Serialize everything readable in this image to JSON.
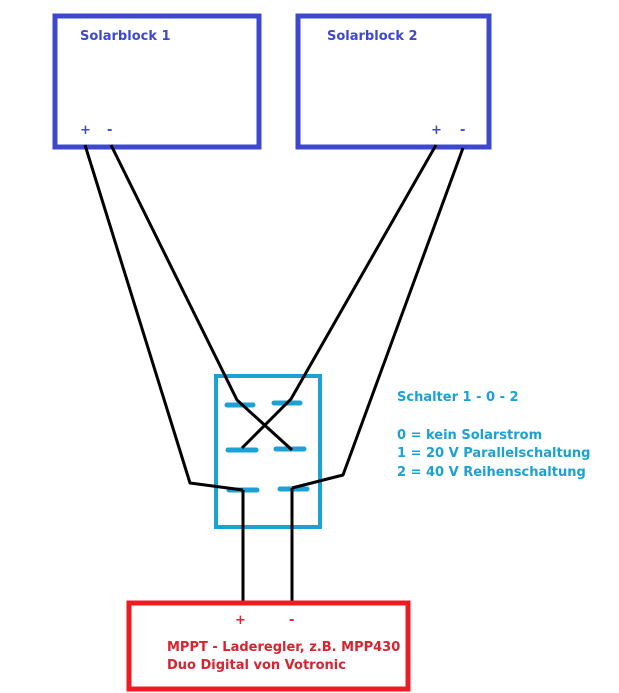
{
  "solar_block_1": {
    "title": "Solarblock 1",
    "plus": "+",
    "minus": "-"
  },
  "solar_block_2": {
    "title": "Solarblock 2",
    "plus": "+",
    "minus": "-"
  },
  "switch": {
    "title": "Schalter 1 - 0 - 2",
    "legend": [
      "0 = kein Solarstrom",
      "1 = 20 V Parallelschaltung",
      "2 = 40 V Reihenschaltung"
    ]
  },
  "controller": {
    "plus": "+",
    "minus": "-",
    "line1": "MPPT - Laderegler, z.B. MPP430",
    "line2": "Duo Digital von Votronic"
  },
  "colors": {
    "solar_border": "#3f48cc",
    "switch_border": "#1ba1d3",
    "controller_border": "#ed1c24",
    "wire": "#000000"
  }
}
